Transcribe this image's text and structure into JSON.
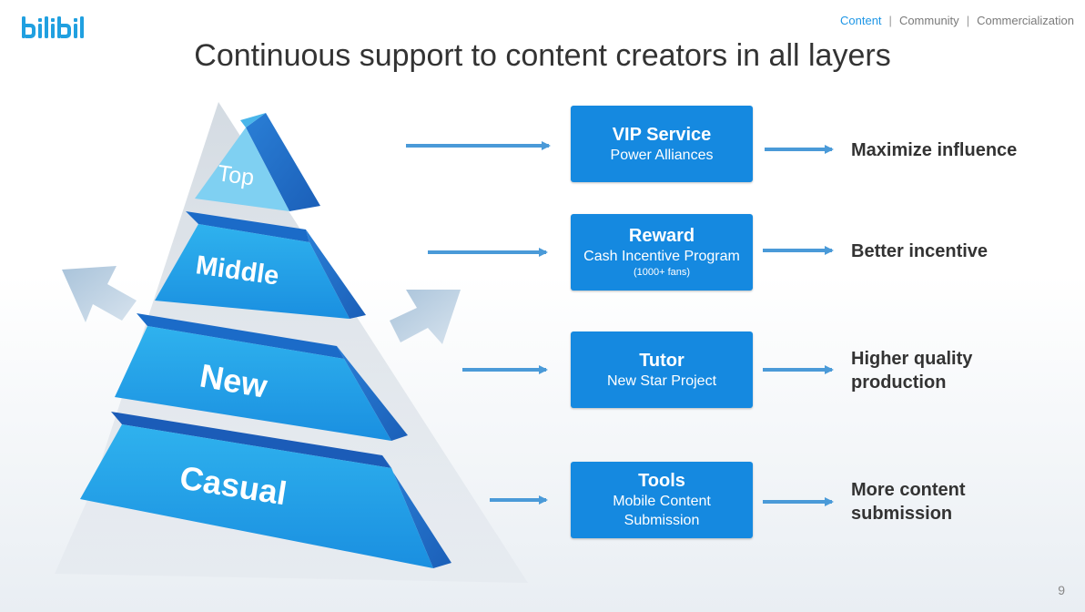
{
  "brand": {
    "logo_text": "bilibili"
  },
  "nav": {
    "items": [
      "Content",
      "Community",
      "Commercialization"
    ],
    "active": "Content"
  },
  "title": "Continuous support to content creators in all layers",
  "pyramid": {
    "layers": [
      "Top",
      "Middle",
      "New",
      "Casual"
    ]
  },
  "support": [
    {
      "title": "VIP Service",
      "sub": "Power Alliances",
      "note": "",
      "outcome": "Maximize influence"
    },
    {
      "title": "Reward",
      "sub": "Cash Incentive Program",
      "note": "(1000+ fans)",
      "outcome": "Better incentive"
    },
    {
      "title": "Tutor",
      "sub": "New Star Project",
      "note": "",
      "outcome": "Higher quality production"
    },
    {
      "title": "Tools",
      "sub": "Mobile Content Submission",
      "note": "",
      "outcome": "More content submission"
    }
  ],
  "page_number": "9",
  "colors": {
    "accent": "#1589e0",
    "nav_active": "#1e96e6",
    "arrow": "#4a9ad8"
  }
}
